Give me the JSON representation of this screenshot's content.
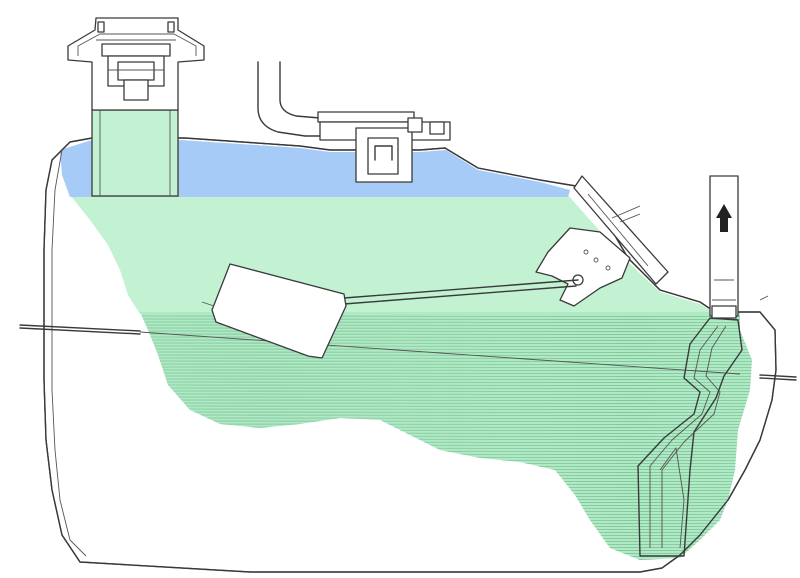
{
  "diagram": {
    "kind": "fuel-tank-cross-section",
    "colors": {
      "vapor_space": "#a6cbf6",
      "fuel_upper": "#c2f2d2",
      "fuel_liquid": "#aeeac4",
      "hatch": "#5e9e78",
      "outline": "#3a3a3a",
      "background": "#ffffff"
    },
    "fuel_level_fraction": 0.55,
    "vapor_level_fraction": 0.12,
    "icons": {
      "flow_direction": "arrow-up-icon"
    },
    "components": [
      "filler-cap-assembly",
      "vent-pipe",
      "level-sender-float",
      "float-arm",
      "sender-bracket",
      "outlet-pipe",
      "baffle-plate",
      "seam-flange"
    ]
  }
}
